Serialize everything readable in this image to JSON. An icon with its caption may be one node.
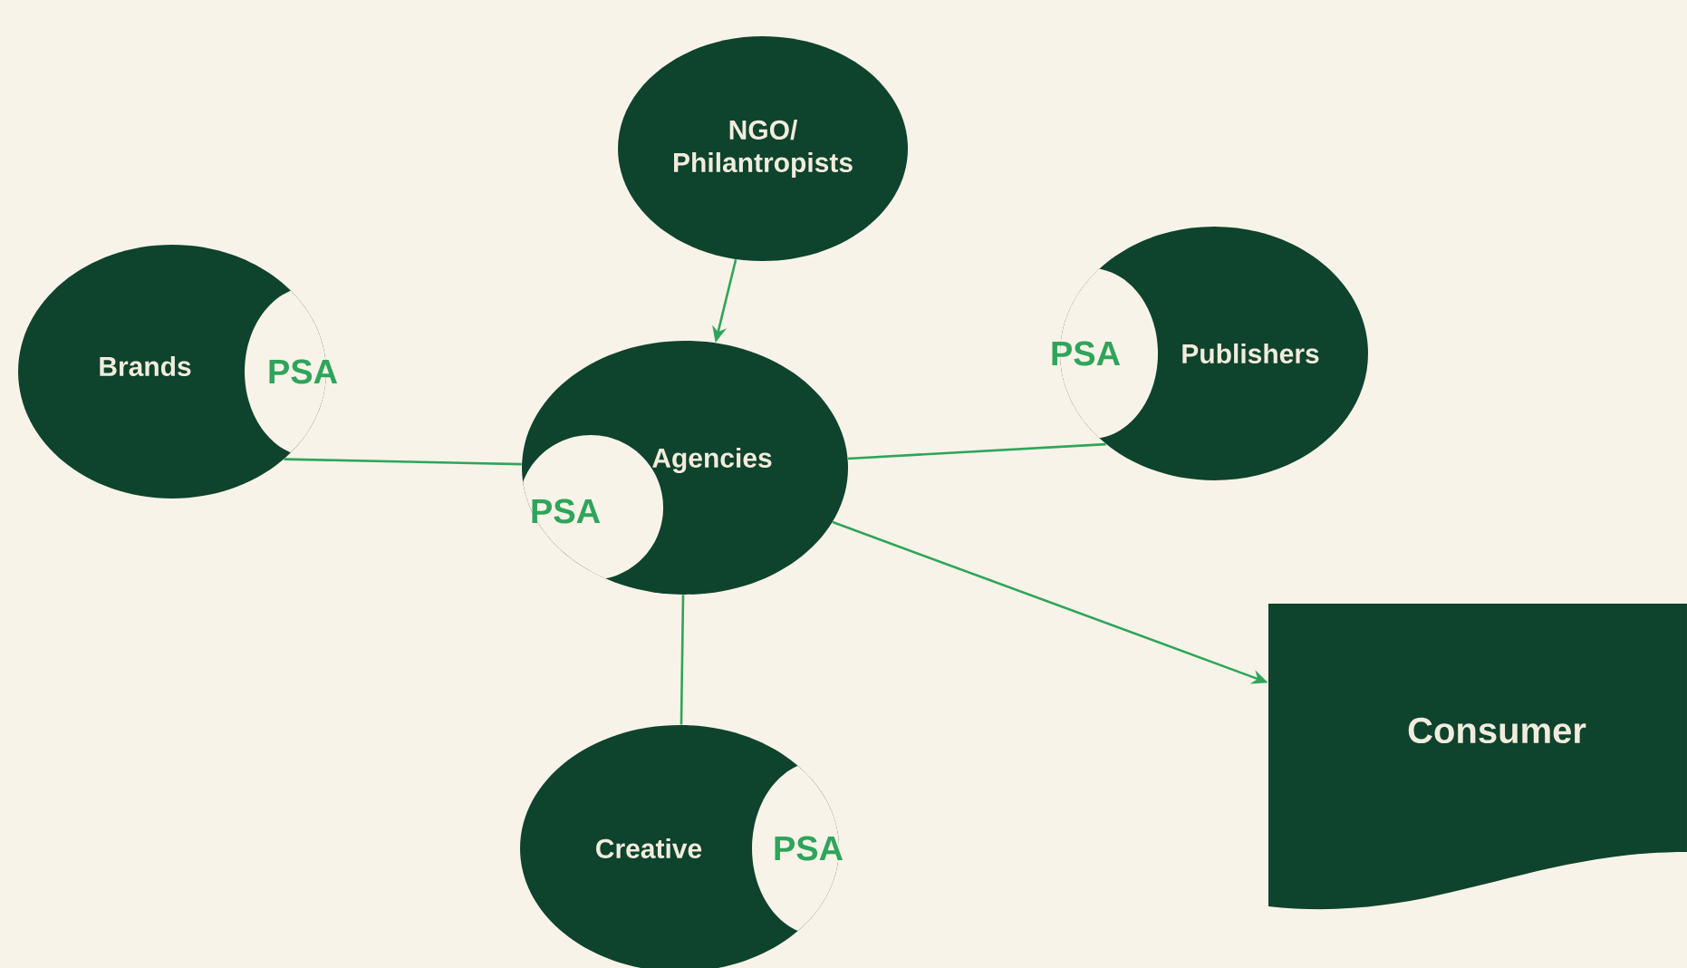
{
  "diagram": {
    "nodes": [
      {
        "text": [
          "NGO/ Philantropists"
        ]
      },
      {
        "text": [
          "Brands"
        ]
      },
      {
        "text": [
          "PSA"
        ]
      },
      {
        "text": [
          "Agencies"
        ]
      },
      {
        "text": [
          "PSA"
        ],
        "in": 3
      },
      {
        "text": [
          "Publishers"
        ]
      },
      {
        "text": [
          "PSA"
        ]
      },
      {
        "text": [
          "Creative"
        ]
      },
      {
        "text": [
          "PSA"
        ]
      },
      {
        "text": [
          "Consumer"
        ]
      }
    ],
    "edges": [
      {
        "from": 0,
        "to": 3,
        "arrow": "to"
      },
      {
        "from": 1,
        "to": 3,
        "arrow": "none"
      },
      {
        "from": 3,
        "to": 5,
        "arrow": "none"
      },
      {
        "from": 3,
        "to": 7,
        "arrow": "none"
      },
      {
        "from": 3,
        "to": 9,
        "arrow": "to"
      }
    ]
  }
}
